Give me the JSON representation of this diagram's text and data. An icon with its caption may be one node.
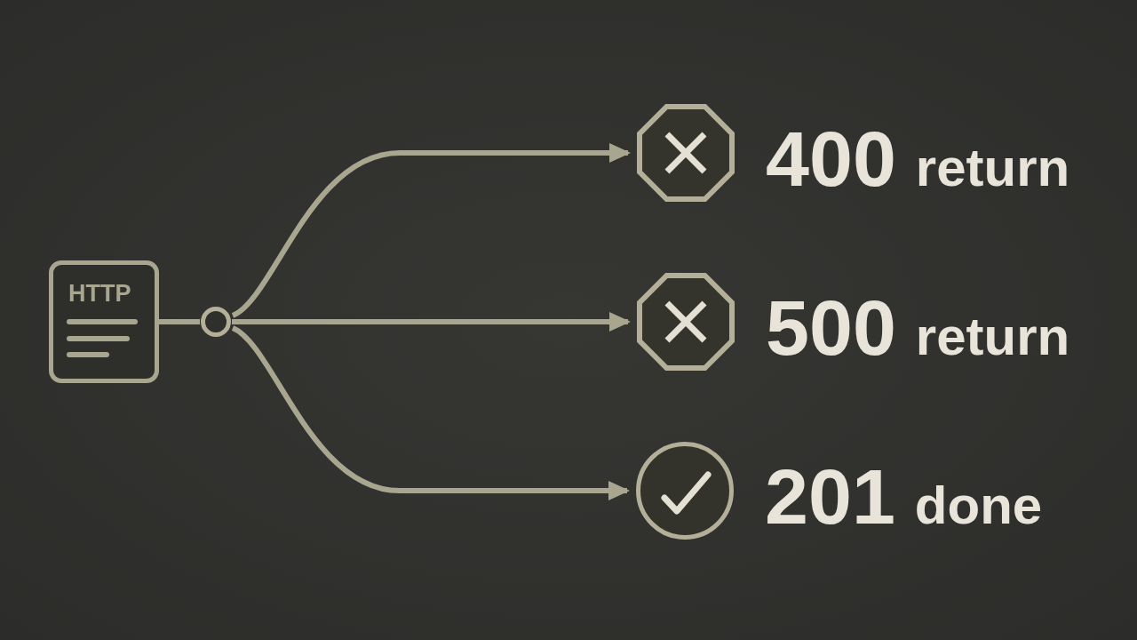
{
  "diagram": {
    "nodes": [
      {
        "text": [
          "HTTP"
        ]
      },
      {
        "text": [],
        "shape": "circle"
      },
      {
        "text": [],
        "shape": "octagon",
        "beside": [
          "400",
          "return"
        ]
      },
      {
        "text": [],
        "shape": "octagon",
        "beside": [
          "500",
          "return"
        ]
      },
      {
        "text": [],
        "shape": "circle",
        "beside": [
          "201",
          "done"
        ]
      }
    ],
    "edges": [
      {
        "from": 0,
        "to": 1,
        "arrow": "none"
      },
      {
        "from": 1,
        "to": 2,
        "arrow": "to"
      },
      {
        "from": 1,
        "to": 3,
        "arrow": "to"
      },
      {
        "from": 1,
        "to": 4,
        "arrow": "to"
      }
    ]
  }
}
